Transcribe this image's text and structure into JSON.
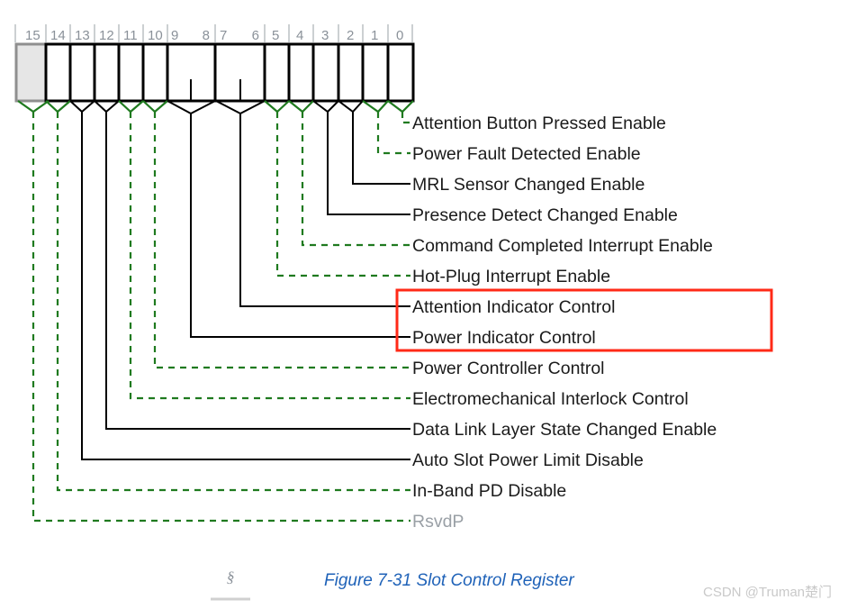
{
  "figure": {
    "caption": "Figure 7-31 Slot Control Register",
    "section_mark": "§",
    "watermark": "CSDN @Truman楚门"
  },
  "register": {
    "title": "Slot Control Register",
    "width_bits": 16,
    "bit_numbers": [
      "15",
      "14",
      "13",
      "12",
      "11",
      "10",
      "9",
      "8",
      "7",
      "6",
      "5",
      "4",
      "3",
      "2",
      "1",
      "0"
    ],
    "reserved_cell_index": 0,
    "colors": {
      "dash_green": "#1f7a1f",
      "solid_black": "#000000",
      "highlight_red": "#ff2a17",
      "bit_number_gray": "#8a9199",
      "reserved_fill": "#e6e6e6",
      "caption_blue": "#1f62b8",
      "muted_text": "#9aa0a6"
    },
    "fields": [
      {
        "label": "Attention Button Pressed Enable",
        "bits": "0",
        "style": "dashed",
        "muted": false
      },
      {
        "label": "Power Fault Detected Enable",
        "bits": "1",
        "style": "dashed",
        "muted": false
      },
      {
        "label": "MRL Sensor Changed Enable",
        "bits": "2",
        "style": "solid",
        "muted": false
      },
      {
        "label": "Presence Detect Changed Enable",
        "bits": "3",
        "style": "solid",
        "muted": false
      },
      {
        "label": "Command Completed Interrupt Enable",
        "bits": "4",
        "style": "dashed",
        "muted": false
      },
      {
        "label": "Hot-Plug Interrupt Enable",
        "bits": "5",
        "style": "dashed",
        "muted": false
      },
      {
        "label": "Attention Indicator Control",
        "bits": "7:6",
        "style": "solid",
        "muted": false
      },
      {
        "label": "Power Indicator Control",
        "bits": "9:8",
        "style": "solid",
        "muted": false
      },
      {
        "label": "Power Controller Control",
        "bits": "10",
        "style": "dashed",
        "muted": false
      },
      {
        "label": "Electromechanical Interlock Control",
        "bits": "11",
        "style": "dashed",
        "muted": false
      },
      {
        "label": "Data Link Layer State Changed Enable",
        "bits": "12",
        "style": "solid",
        "muted": false
      },
      {
        "label": "Auto Slot Power Limit Disable",
        "bits": "13",
        "style": "solid",
        "muted": false
      },
      {
        "label": "In-Band PD Disable",
        "bits": "14",
        "style": "dashed",
        "muted": false
      },
      {
        "label": "RsvdP",
        "bits": "15",
        "style": "dashed",
        "muted": true
      }
    ],
    "highlight": {
      "labels": [
        "Attention Indicator Control",
        "Power Indicator Control"
      ],
      "color": "#ff2a17"
    }
  }
}
